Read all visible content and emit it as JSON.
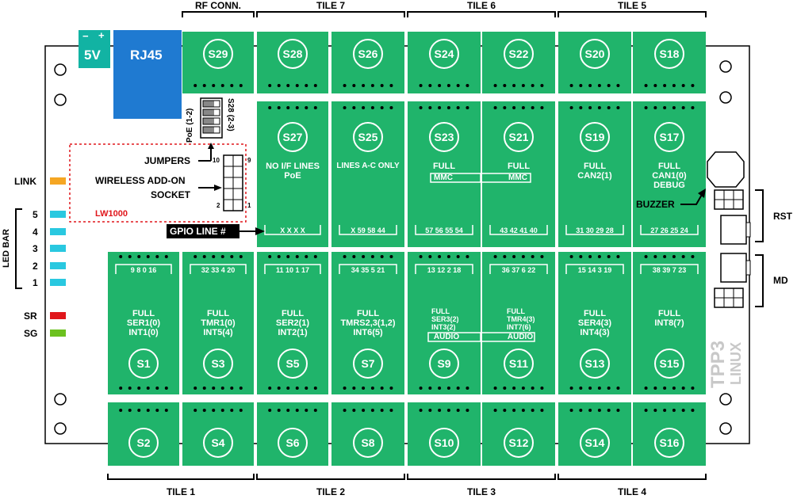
{
  "tiles_top": [
    "RF CONN.",
    "TILE 7",
    "TILE 6",
    "TILE 5"
  ],
  "tiles_bottom": [
    "TILE 1",
    "TILE 2",
    "TILE 3",
    "TILE 4"
  ],
  "power": {
    "label": "5V",
    "minus": "−",
    "plus": "+"
  },
  "rj45": "RJ45",
  "jumpers": {
    "left": "PoE (1-2)",
    "right": "S28 (2-3)",
    "label": "JUMPERS",
    "nums": [
      "10",
      "9",
      "2",
      "1"
    ]
  },
  "wireless": {
    "line1": "WIRELESS ADD-ON",
    "line2": "SOCKET",
    "module": "LW1000"
  },
  "gpio": "GPIO LINE #",
  "buzzer": "BUZZER",
  "left_labels": {
    "link": "LINK",
    "ledbar": "LED BAR",
    "leds": [
      "5",
      "4",
      "3",
      "2",
      "1"
    ],
    "sr": "SR",
    "sg": "SG"
  },
  "right_labels": {
    "rst": "RST",
    "md": "MD"
  },
  "brand": {
    "line1": "TPP3",
    "line2": "LINUX"
  },
  "colors": {
    "board": "#22b573",
    "green": "#20b46b",
    "rj45": "#1f7ad1",
    "power": "#12b3a3",
    "link": "#f5a623",
    "led": "#29c8e0",
    "sr": "#e0161b",
    "sg": "#6cc11f"
  },
  "sockets": {
    "s29": "S29",
    "s28": "S28",
    "s26": "S26",
    "s24": "S24",
    "s22": "S22",
    "s20": "S20",
    "s18": "S18",
    "s27": {
      "name": "S27",
      "lines": [
        "NO I/F LINES",
        "PoE"
      ],
      "pins": "X  X  X  X"
    },
    "s25": {
      "name": "S25",
      "lines": [
        "LINES A-C ONLY"
      ],
      "pins": "X  59 58 44"
    },
    "s23": {
      "name": "S23",
      "lines": [
        "FULL"
      ],
      "box": "MMC",
      "pins": "57 56 55 54"
    },
    "s21": {
      "name": "S21",
      "lines": [
        "FULL"
      ],
      "box": "MMC",
      "pins": "43 42 41 40"
    },
    "s19": {
      "name": "S19",
      "lines": [
        "FULL",
        "CAN2(1)"
      ],
      "pins": "31 30 29 28"
    },
    "s17": {
      "name": "S17",
      "lines": [
        "FULL",
        "CAN1(0)",
        "DEBUG"
      ],
      "pins": "27 26 25 24"
    },
    "s1": {
      "name": "S1",
      "lines": [
        "FULL",
        "SER1(0)",
        "INT1(0)"
      ],
      "pins": "9  8  0  16"
    },
    "s3": {
      "name": "S3",
      "lines": [
        "FULL",
        "TMR1(0)",
        "INT5(4)"
      ],
      "pins": "32 33  4  20"
    },
    "s5": {
      "name": "S5",
      "lines": [
        "FULL",
        "SER2(1)",
        "INT2(1)"
      ],
      "pins": "11 10  1  17"
    },
    "s7": {
      "name": "S7",
      "lines": [
        "FULL",
        "TMRS2,3(1,2)",
        "INT6(5)"
      ],
      "pins": "34 35  5  21"
    },
    "s9": {
      "name": "S9",
      "lines": [
        "FULL",
        "SER3(2)",
        "INT3(2)"
      ],
      "box": "AUDIO",
      "pins": "13 12  2  18"
    },
    "s11": {
      "name": "S11",
      "lines": [
        "FULL",
        "TMR4(3)",
        "INT7(6)"
      ],
      "box": "AUDIO",
      "pins": "36 37  6  22"
    },
    "s13": {
      "name": "S13",
      "lines": [
        "FULL",
        "SER4(3)",
        "INT4(3)"
      ],
      "pins": "15 14  3  19"
    },
    "s15": {
      "name": "S15",
      "lines": [
        "FULL",
        "INT8(7)"
      ],
      "pins": "38 39  7  23"
    },
    "s2": "S2",
    "s4": "S4",
    "s6": "S6",
    "s8": "S8",
    "s10": "S10",
    "s12": "S12",
    "s14": "S14",
    "s16": "S16"
  }
}
